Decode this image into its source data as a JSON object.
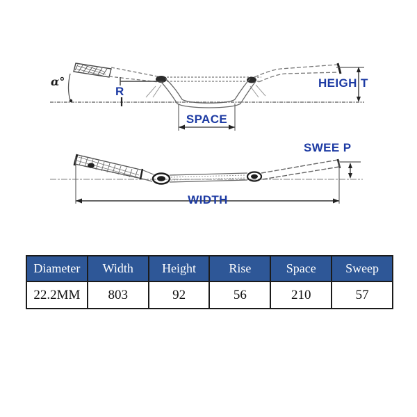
{
  "side_view": {
    "angle_label": "α°",
    "radius_label": "R",
    "height_label": "HEIGH T",
    "space_label": "SPACE"
  },
  "top_view": {
    "sweep_label": "SWEE P",
    "width_label": "WIDTH"
  },
  "spec_table": {
    "headers": [
      "Diameter",
      "Width",
      "Height",
      "Rise",
      "Space",
      "Sweep"
    ],
    "values": [
      "22.2MM",
      "803",
      "92",
      "56",
      "210",
      "57"
    ]
  },
  "colors": {
    "label_blue": "#1c3aa3",
    "table_header_bg": "#2e5797",
    "table_header_text": "#ffffff",
    "table_border": "#1b1b1b",
    "sketch_stroke": "#6e6e6e"
  }
}
